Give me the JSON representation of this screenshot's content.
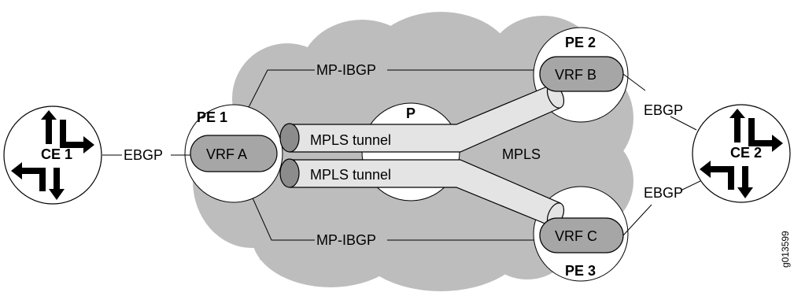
{
  "nodes": {
    "ce1": {
      "label": "CE 1"
    },
    "ce2": {
      "label": "CE 2"
    },
    "pe1": {
      "label": "PE 1",
      "vrf": "VRF A"
    },
    "pe2": {
      "label": "PE 2",
      "vrf": "VRF B"
    },
    "pe3": {
      "label": "PE 3",
      "vrf": "VRF C"
    },
    "p": {
      "label": "P"
    }
  },
  "links": {
    "ebgp_ce1": "EBGP",
    "ebgp_pe2": "EBGP",
    "ebgp_pe3": "EBGP",
    "mpibgp_top": "MP-IBGP",
    "mpibgp_bottom": "MP-IBGP"
  },
  "tunnels": {
    "upper": "MPLS tunnel",
    "lower": "MPLS tunnel"
  },
  "cloud_label": "MPLS",
  "figure_id": "g013599",
  "colors": {
    "cloud": "#bdbdbd",
    "vrf": "#a6a6a6",
    "tunnel": "#e4e4e4",
    "tunnel_end": "#8c8c8c",
    "outline": "#000000"
  }
}
